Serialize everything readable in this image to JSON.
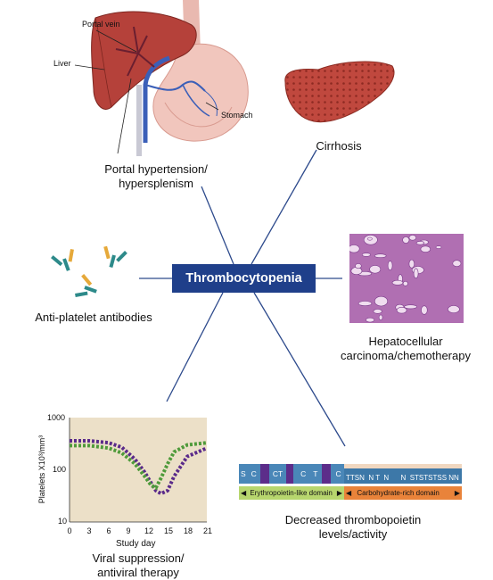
{
  "center": {
    "title": "Thrombocytopenia"
  },
  "portal": {
    "caption_line1": "Portal hypertension/",
    "caption_line2": "hypersplenism",
    "label_portal_vein": "Portal vein",
    "label_liver": "Liver",
    "label_stomach": "Stomach"
  },
  "cirrhosis": {
    "caption": "Cirrhosis"
  },
  "antibodies": {
    "caption": "Anti-platelet antibodies"
  },
  "hcc": {
    "caption_line1": "Hepatocellular",
    "caption_line2": "carcinoma/chemotherapy"
  },
  "tpo": {
    "caption_line1": "Decreased thrombopoietin",
    "caption_line2": "levels/activity",
    "domain_left": "Erythropoietin-like domain",
    "domain_right": "Carbohydrate-rich domain",
    "seq_left": [
      "S",
      "C",
      "CT",
      "C",
      "T",
      "C"
    ],
    "seq_right": "TTSN  N T  N      N  STSTSTSS NN"
  },
  "viral": {
    "caption_line1": "Viral suppression/",
    "caption_line2": "antiviral therapy"
  },
  "chart_data": {
    "type": "line",
    "xlabel": "Study day",
    "ylabel": "Platelets X10³/mm³",
    "x_ticks": [
      "0",
      "3",
      "6",
      "9",
      "12",
      "15",
      "18",
      "21"
    ],
    "y_ticks": [
      "1000",
      "100",
      "10"
    ],
    "xlim": [
      0,
      21
    ],
    "ylim": [
      10,
      1000
    ],
    "y_scale": "log",
    "background": "#ece0c8",
    "series": [
      {
        "color": "#5a2a8a",
        "style": "dotted",
        "x": [
          0,
          3,
          6,
          8,
          10,
          11.5,
          12.5,
          13.2,
          14,
          15,
          16,
          18,
          21
        ],
        "values": [
          360,
          360,
          330,
          270,
          160,
          90,
          55,
          40,
          35,
          40,
          75,
          180,
          260
        ]
      },
      {
        "color": "#4e9a3a",
        "style": "dotted",
        "x": [
          0,
          3,
          6,
          8,
          10,
          11.5,
          12.5,
          13.2,
          14,
          15,
          16,
          18,
          21
        ],
        "values": [
          290,
          290,
          260,
          210,
          130,
          75,
          50,
          45,
          70,
          130,
          220,
          300,
          330
        ]
      }
    ]
  }
}
